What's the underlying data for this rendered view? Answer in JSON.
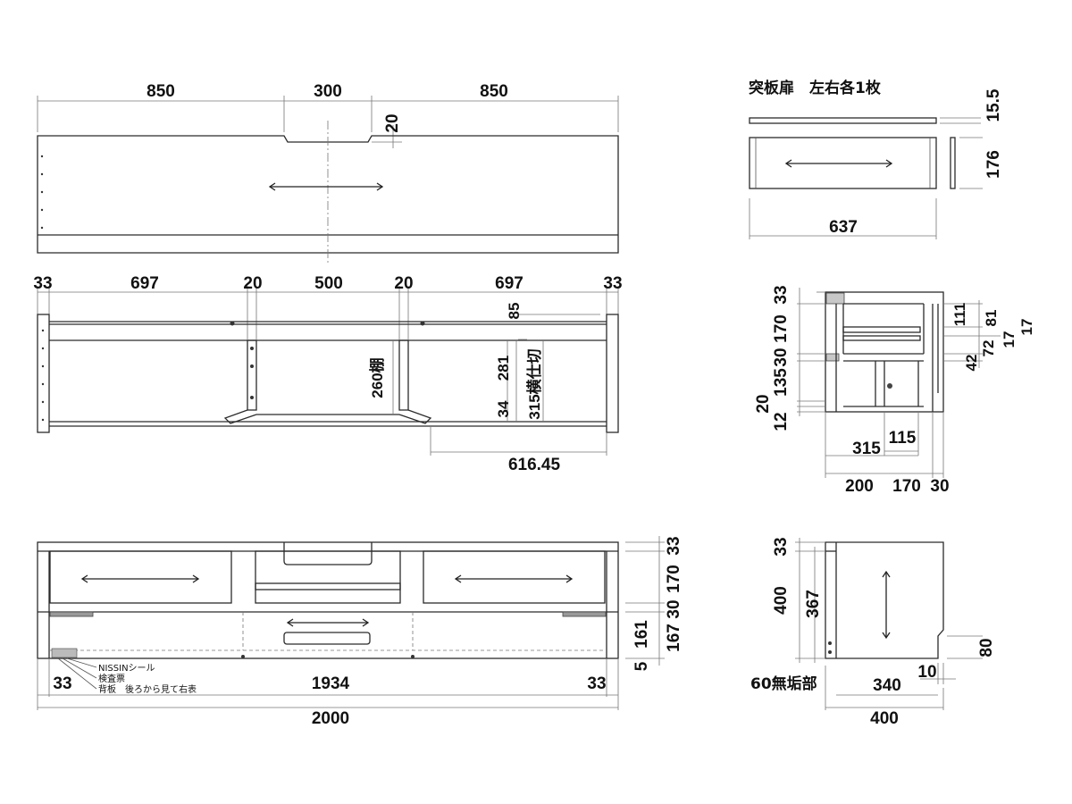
{
  "top_view": {
    "dim_left": "850",
    "dim_center": "300",
    "dim_right": "850",
    "dim_notch": "20"
  },
  "front_view": {
    "dim_side_left": "33",
    "dim_bay_left": "697",
    "dim_partition_left": "20",
    "dim_center": "500",
    "dim_partition_right": "20",
    "dim_bay_right": "697",
    "dim_side_right": "33",
    "dim_85": "85",
    "dim_shelf": "260棚",
    "dim_34": "34",
    "dim_281": "281",
    "dim_315": "315横仕切",
    "dim_61645": "616.45"
  },
  "door_panel": {
    "title": "突板扉　左右各1枚",
    "dim_thickness": "15.5",
    "dim_height": "176",
    "dim_width": "637"
  },
  "side_section": {
    "dim_33": "33",
    "dim_170": "170",
    "dim_30": "30",
    "dim_135": "135",
    "dim_20": "20",
    "dim_12": "12",
    "dim_111": "111",
    "dim_81": "81",
    "dim_17a": "17",
    "dim_17b": "17",
    "dim_42": "42",
    "dim_72": "72",
    "dim_115": "115",
    "dim_315": "315",
    "dim_200": "200",
    "dim_170b": "170",
    "dim_30b": "30"
  },
  "back_view": {
    "dim_33a": "33",
    "dim_170": "170",
    "dim_30": "30",
    "dim_167": "167",
    "dim_161": "161",
    "dim_5": "5",
    "dim_side_left": "33",
    "dim_inner": "1934",
    "dim_side_right": "33",
    "dim_total": "2000",
    "label_nissin": "NISSINシール",
    "label_inspection": "検査票",
    "label_back": "背板　後ろから見て右表"
  },
  "side_view": {
    "dim_33": "33",
    "dim_400": "400",
    "dim_367": "367",
    "dim_80": "80",
    "dim_10": "10",
    "label_60": "60無垢部",
    "dim_340": "340",
    "dim_400b": "400"
  }
}
